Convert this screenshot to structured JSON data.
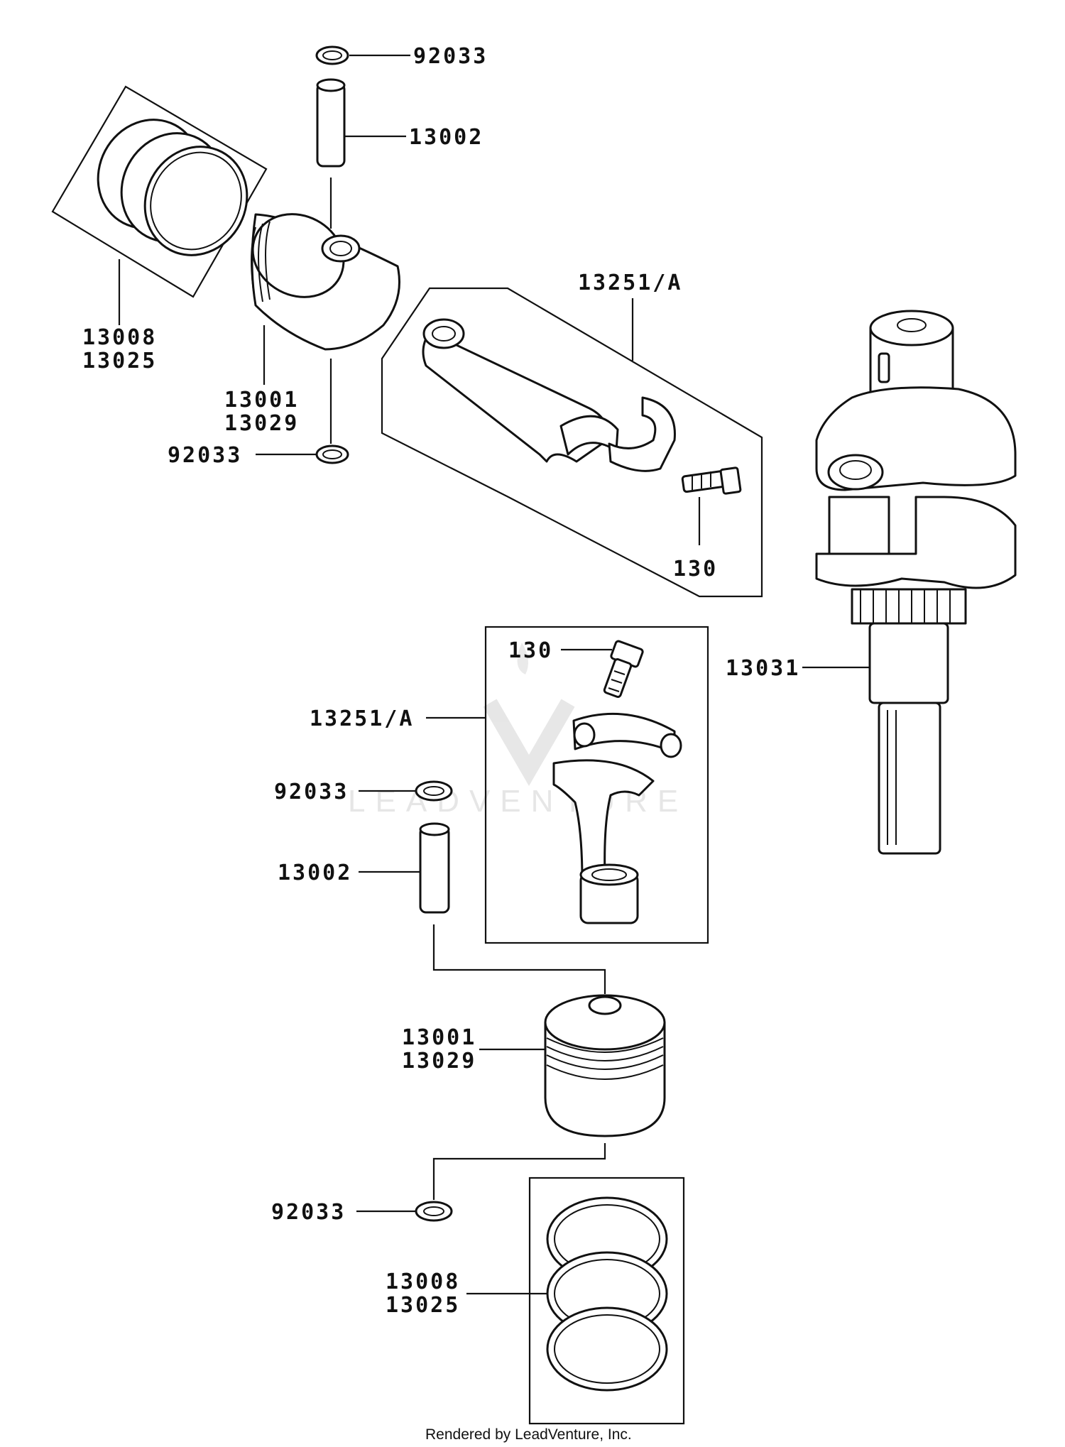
{
  "labels": {
    "top_clip": "92033",
    "top_pin": "13002",
    "top_rings_a": "13008",
    "top_rings_b": "13025",
    "top_piston_a": "13001",
    "top_piston_b": "13029",
    "top_clip2": "92033",
    "top_rod": "13251/A",
    "top_bolt": "130",
    "crankshaft": "13031",
    "bot_bolt": "130",
    "bot_rod": "13251/A",
    "bot_clip": "92033",
    "bot_pin": "13002",
    "bot_piston_a": "13001",
    "bot_piston_b": "13029",
    "bot_clip2": "92033",
    "bot_rings_a": "13008",
    "bot_rings_b": "13025"
  },
  "watermark": "LEADVENTURE",
  "footer": "Rendered by LeadVenture, Inc."
}
